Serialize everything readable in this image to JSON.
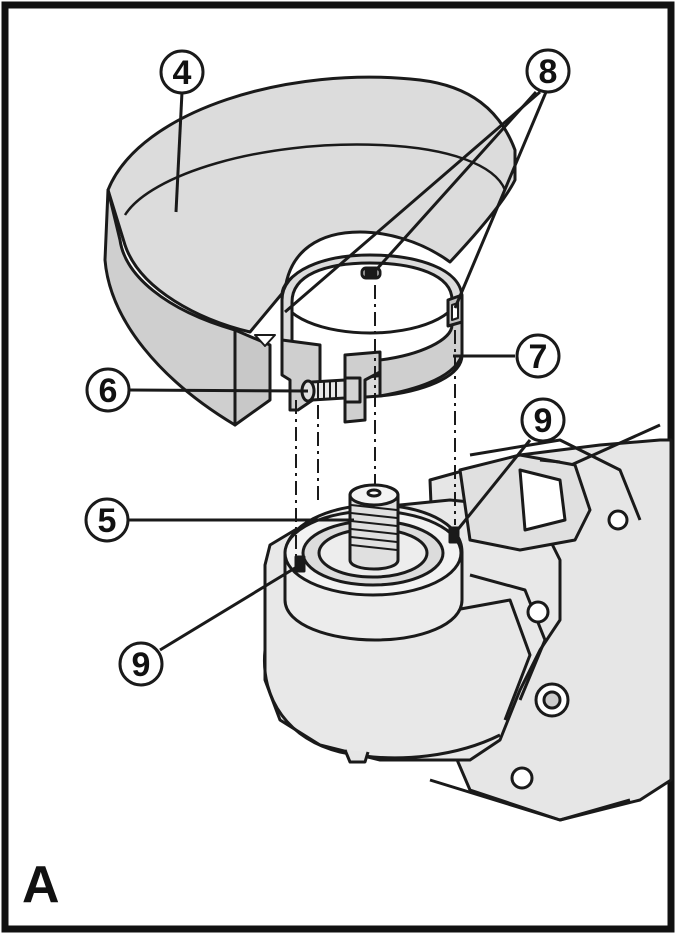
{
  "panel_label": "A",
  "callouts": {
    "guard": "4",
    "spindle": "5",
    "clamp_screw": "6",
    "clamp_band": "7",
    "lugs": "8",
    "notch_top": "9",
    "notch_bottom": "9"
  },
  "colors": {
    "frame": "#111111",
    "line": "#1a1a1a",
    "guard_fill": "#d9d9d9",
    "tool_fill": "#e6e6e6",
    "background": "#ffffff"
  }
}
